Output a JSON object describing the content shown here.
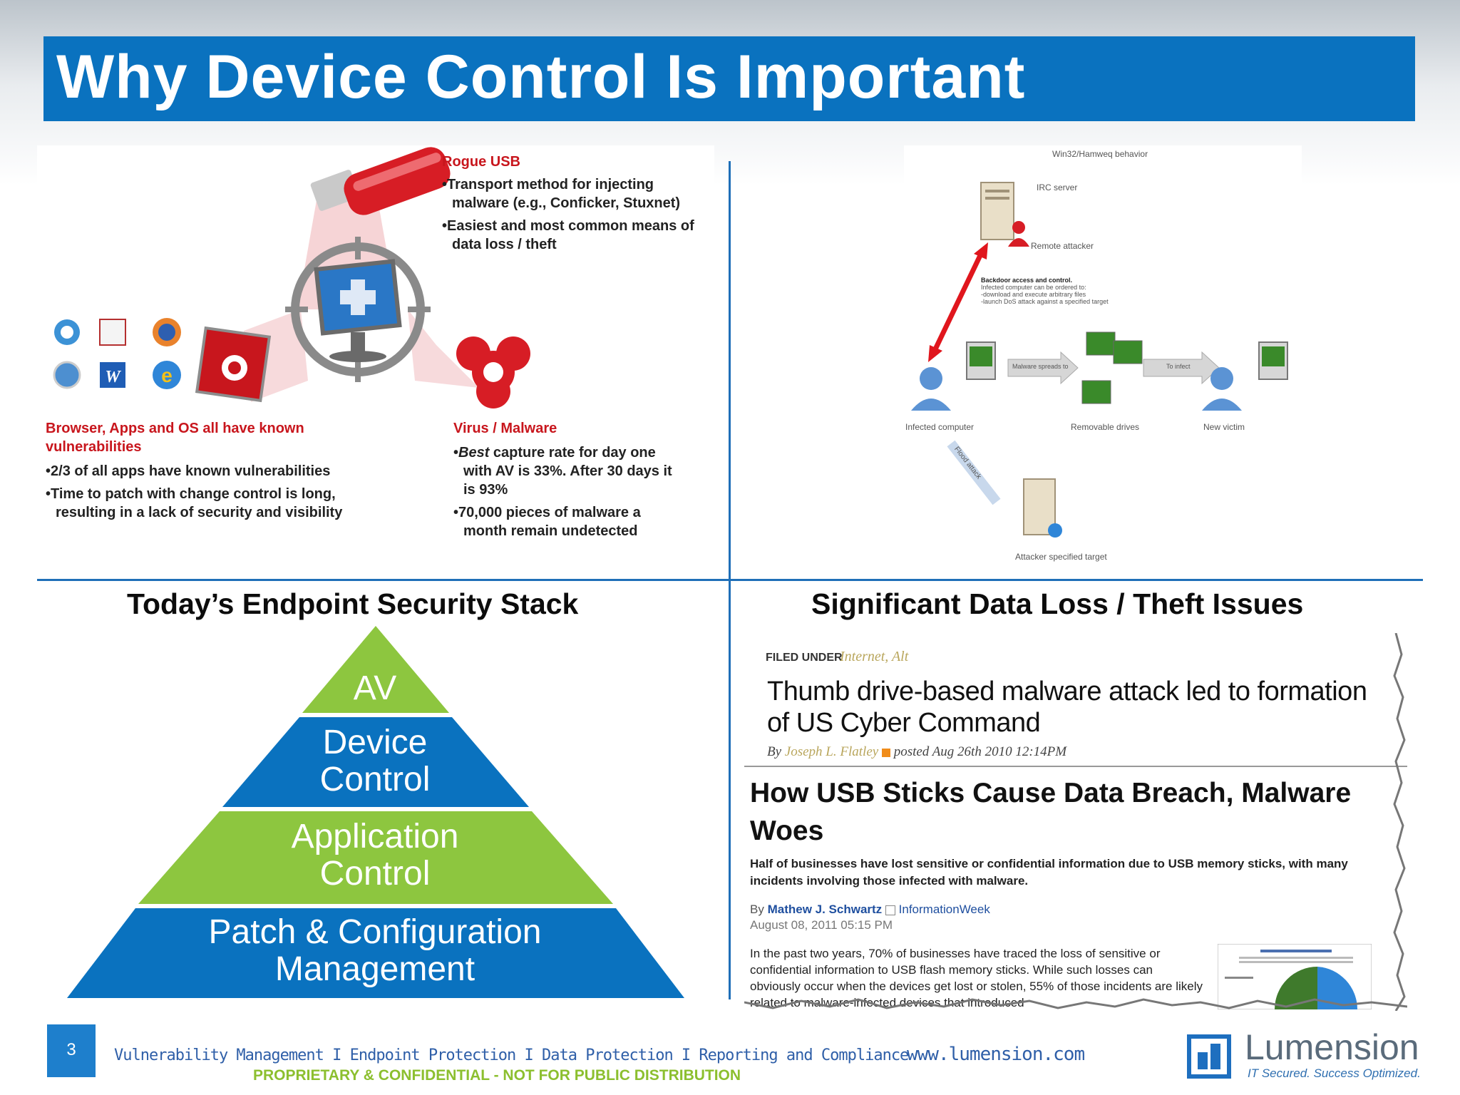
{
  "slide": {
    "title": "Why Device Control Is Important"
  },
  "threats": {
    "rogue_usb": {
      "heading": "Rogue USB",
      "bullets": [
        "Transport method for injecting malware (e.g., Conficker, Stuxnet)",
        "Easiest and most common means of data loss / theft"
      ]
    },
    "browser": {
      "heading": "Browser, Apps and OS all have known vulnerabilities",
      "bullets": [
        "2/3 of all apps have known vulnerabilities",
        "Time to patch with change control is long, resulting in a lack of security and visibility"
      ]
    },
    "virus": {
      "heading": "Virus / Malware",
      "bullet1_em": "Best",
      "bullet1_rest": " capture rate for day one with AV is 33%. After 30 days it is 93%",
      "bullet2": "70,000 pieces of malware a month remain undetected"
    }
  },
  "diagram": {
    "title": "Win32/Hamweq behavior",
    "irc_server": "IRC server",
    "remote_attacker": "Remote attacker",
    "backdoor_title": "Backdoor access and control.",
    "backdoor_lines": [
      "Infected computer can be ordered to:",
      "-download and execute arbitrary files",
      "-launch DoS attack against a specified target"
    ],
    "malware_spreads": "Malware spreads to",
    "to_infect": "To infect",
    "infected_computer": "Infected computer",
    "removable_drives": "Removable drives",
    "new_victim": "New victim",
    "flood_attack": "Flood attack",
    "attacker_target": "Attacker specified target"
  },
  "sections": {
    "left": "Today’s Endpoint Security Stack",
    "right": "Significant Data Loss / Theft Issues"
  },
  "pyramid": {
    "levels": [
      "AV",
      "Device Control",
      "Application Control",
      "Patch & Configuration Management"
    ],
    "colors": [
      "#8dc63f",
      "#0a72bf",
      "#8dc63f",
      "#0a72bf"
    ]
  },
  "news": {
    "filed_under_label": "FILED UNDER",
    "filed_under_tags": "Internet, Alt",
    "headline1": "Thumb drive-based malware attack led to formation of US Cyber Command",
    "byline1_by": "By",
    "byline1_author": "Joseph L. Flatley",
    "byline1_posted": "posted Aug 26th 2010 12:14PM",
    "headline2": "How USB Sticks Cause Data Breach, Malware Woes",
    "summary": "Half of businesses have lost sensitive or confidential information due to USB memory sticks, with many incidents involving those infected with malware.",
    "byline2_by": "By",
    "byline2_author": "Mathew J. Schwartz",
    "byline2_source": "InformationWeek",
    "byline2_date": "August 08, 2011 05:15 PM",
    "body": "In the past two years, 70% of businesses have traced the loss of sensitive or confidential information to USB flash memory sticks. While such losses can obviously occur when the devices get lost or stolen, 55% of those incidents are likely related to malware-infected devices that introduced"
  },
  "footer": {
    "page_number": "3",
    "links": "Vulnerability Management I Endpoint Protection I Data Protection I Reporting and Compliance",
    "confidential": "PROPRIETARY & CONFIDENTIAL - NOT FOR PUBLIC DISTRIBUTION",
    "url": "www.lumension.com",
    "logo_name": "Lumension",
    "logo_tagline": "IT Secured. Success Optimized."
  }
}
